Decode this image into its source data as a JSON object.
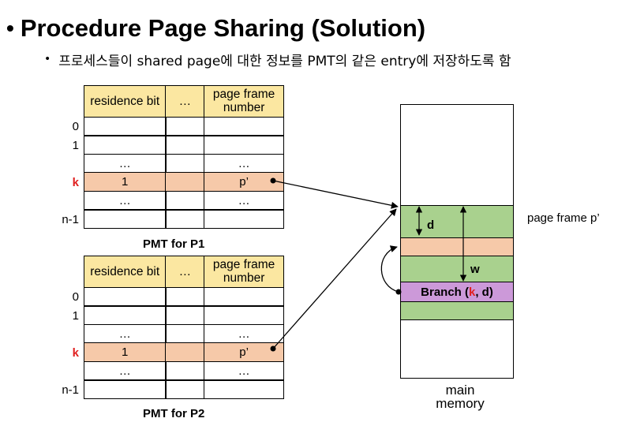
{
  "title": "Procedure Page Sharing (Solution)",
  "subtitle": "프로세스들이 shared page에 대한 정보를 PMT의 같은 entry에 저장하도록 함",
  "pmt_headers": {
    "residence": "residence bit",
    "dots": "…",
    "frame": "page frame number"
  },
  "pmt1": {
    "caption": "PMT for P1",
    "rows": [
      {
        "index": "0",
        "residence": "",
        "dots": "",
        "frame": ""
      },
      {
        "index": "1",
        "residence": "",
        "dots": "",
        "frame": ""
      },
      {
        "index": "",
        "residence": "…",
        "dots": "",
        "frame": "…"
      },
      {
        "index": "k",
        "residence": "1",
        "dots": "",
        "frame": "p’"
      },
      {
        "index": "",
        "residence": "…",
        "dots": "",
        "frame": "…"
      },
      {
        "index": "n-1",
        "residence": "",
        "dots": "",
        "frame": ""
      }
    ]
  },
  "pmt2": {
    "caption": "PMT for P2",
    "rows": [
      {
        "index": "0",
        "residence": "",
        "dots": "",
        "frame": ""
      },
      {
        "index": "1",
        "residence": "",
        "dots": "",
        "frame": ""
      },
      {
        "index": "",
        "residence": "…",
        "dots": "",
        "frame": "…"
      },
      {
        "index": "k",
        "residence": "1",
        "dots": "",
        "frame": "p’"
      },
      {
        "index": "",
        "residence": "…",
        "dots": "",
        "frame": "…"
      },
      {
        "index": "n-1",
        "residence": "",
        "dots": "",
        "frame": ""
      }
    ]
  },
  "memory": {
    "label": "main memory",
    "frame_label": "page frame p’",
    "offset_d": "d",
    "offset_w": "w",
    "branch": {
      "prefix": "Branch (",
      "k": "k",
      "suffix": ", d)"
    }
  },
  "colors": {
    "header": "#fbe7a1",
    "highlight_row": "#f6c9a9",
    "page_green": "#a9d18e",
    "branch_purple": "#cc99d9",
    "accent_red": "#e02020"
  }
}
